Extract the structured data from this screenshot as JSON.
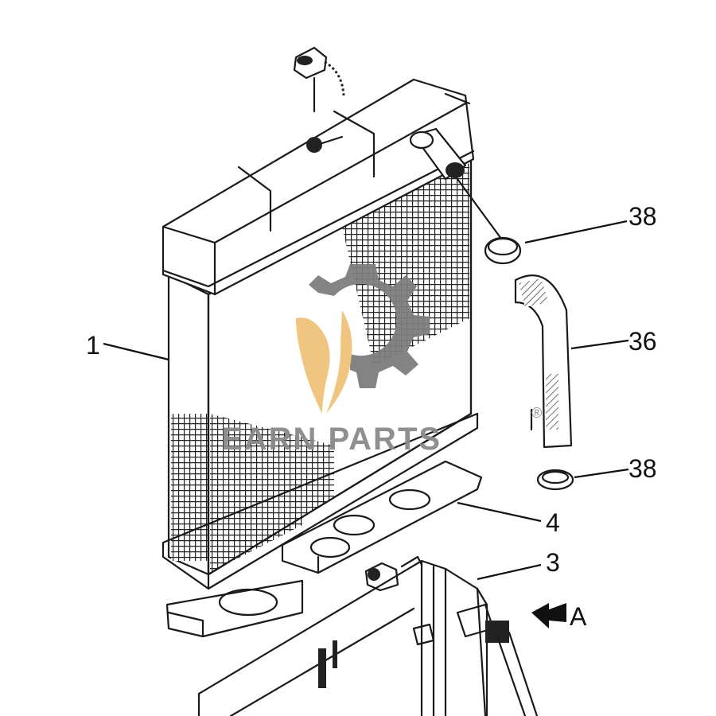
{
  "callouts": [
    {
      "id": "1",
      "label": "1"
    },
    {
      "id": "38a",
      "label": "38"
    },
    {
      "id": "36",
      "label": "36"
    },
    {
      "id": "38b",
      "label": "38"
    },
    {
      "id": "4",
      "label": "4"
    },
    {
      "id": "3",
      "label": "3"
    },
    {
      "id": "A",
      "label": "A"
    }
  ],
  "watermark": {
    "text": "EARN PARTS",
    "registered_mark": "®",
    "colors": {
      "gear": "#7d7d7d",
      "leaf": "#f0c27a",
      "text": "#8a8a8a"
    }
  }
}
